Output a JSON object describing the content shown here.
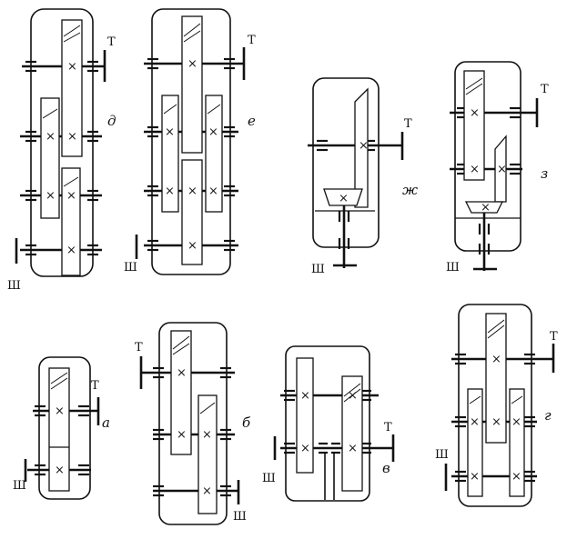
{
  "schemes": [
    {
      "id": "a",
      "caption": "а",
      "input": "Т",
      "output": "Ш"
    },
    {
      "id": "b",
      "caption": "б",
      "input": "Т",
      "output": "Ш"
    },
    {
      "id": "v",
      "caption": "в",
      "input": "Т",
      "output": "Ш"
    },
    {
      "id": "g",
      "caption": "г",
      "input": "Т",
      "output": "Ш"
    },
    {
      "id": "d",
      "caption": "д",
      "input": "Т",
      "output": "Ш"
    },
    {
      "id": "e",
      "caption": "е",
      "input": "Т",
      "output": "Ш"
    },
    {
      "id": "zh",
      "caption": "ж",
      "input": "Т",
      "output": "Ш"
    },
    {
      "id": "z",
      "caption": "з",
      "input": "Т",
      "output": "Ш"
    }
  ]
}
